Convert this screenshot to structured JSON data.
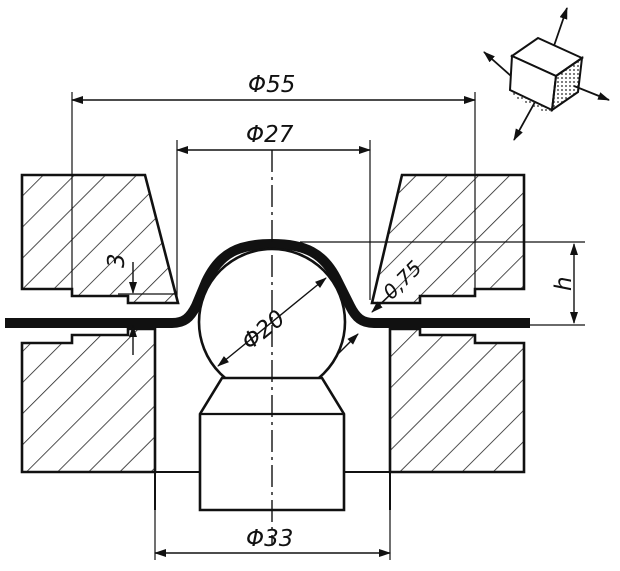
{
  "dimensions": {
    "outer_diameter": "Φ55",
    "die_opening": "Φ27",
    "ball_diameter": "Φ20",
    "lower_opening": "Φ33",
    "thickness_offset": "3",
    "sheet_thickness": "0,75",
    "height": "h"
  },
  "colors": {
    "ink": "#111111",
    "paper": "#ffffff"
  }
}
